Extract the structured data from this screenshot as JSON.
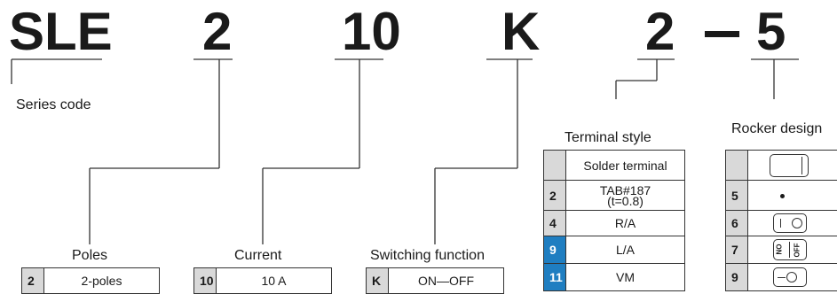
{
  "code": {
    "series": "SLE",
    "poles": "2",
    "current": "10",
    "switching": "K",
    "terminal": "2",
    "dash": "—",
    "rocker": "5"
  },
  "labels": {
    "series_code": "Series code",
    "poles": "Poles",
    "current": "Current",
    "switching_function": "Switching function",
    "terminal_style": "Terminal style",
    "rocker_design": "Rocker design"
  },
  "poles_table": [
    {
      "key": "2",
      "value": "2-poles"
    }
  ],
  "current_table": [
    {
      "key": "10",
      "value": "10 A"
    }
  ],
  "switching_table": [
    {
      "key": "K",
      "value": "ON—OFF"
    }
  ],
  "terminal_table": [
    {
      "key": "",
      "value": "Solder terminal"
    },
    {
      "key": "2",
      "value": "TAB#187",
      "sub": "(t=0.8)"
    },
    {
      "key": "4",
      "value": "R/A"
    },
    {
      "key": "9",
      "value": "L/A",
      "highlight": true
    },
    {
      "key": "11",
      "value": "VM",
      "highlight": true
    }
  ],
  "rocker_table": [
    {
      "key": "",
      "icon": "rocker-blank-icon"
    },
    {
      "key": "5",
      "icon": "dot-icon"
    },
    {
      "key": "6",
      "icon": "rocker-line-circle-icon"
    },
    {
      "key": "7",
      "icon": "rocker-on-off-icon",
      "on": "ON",
      "off": "OFF"
    },
    {
      "key": "9",
      "icon": "rocker-dash-circle-icon"
    }
  ],
  "colors": {
    "highlight": "#1f7ec1",
    "key_bg": "#d9d9d9",
    "text": "#1a1a1a"
  }
}
